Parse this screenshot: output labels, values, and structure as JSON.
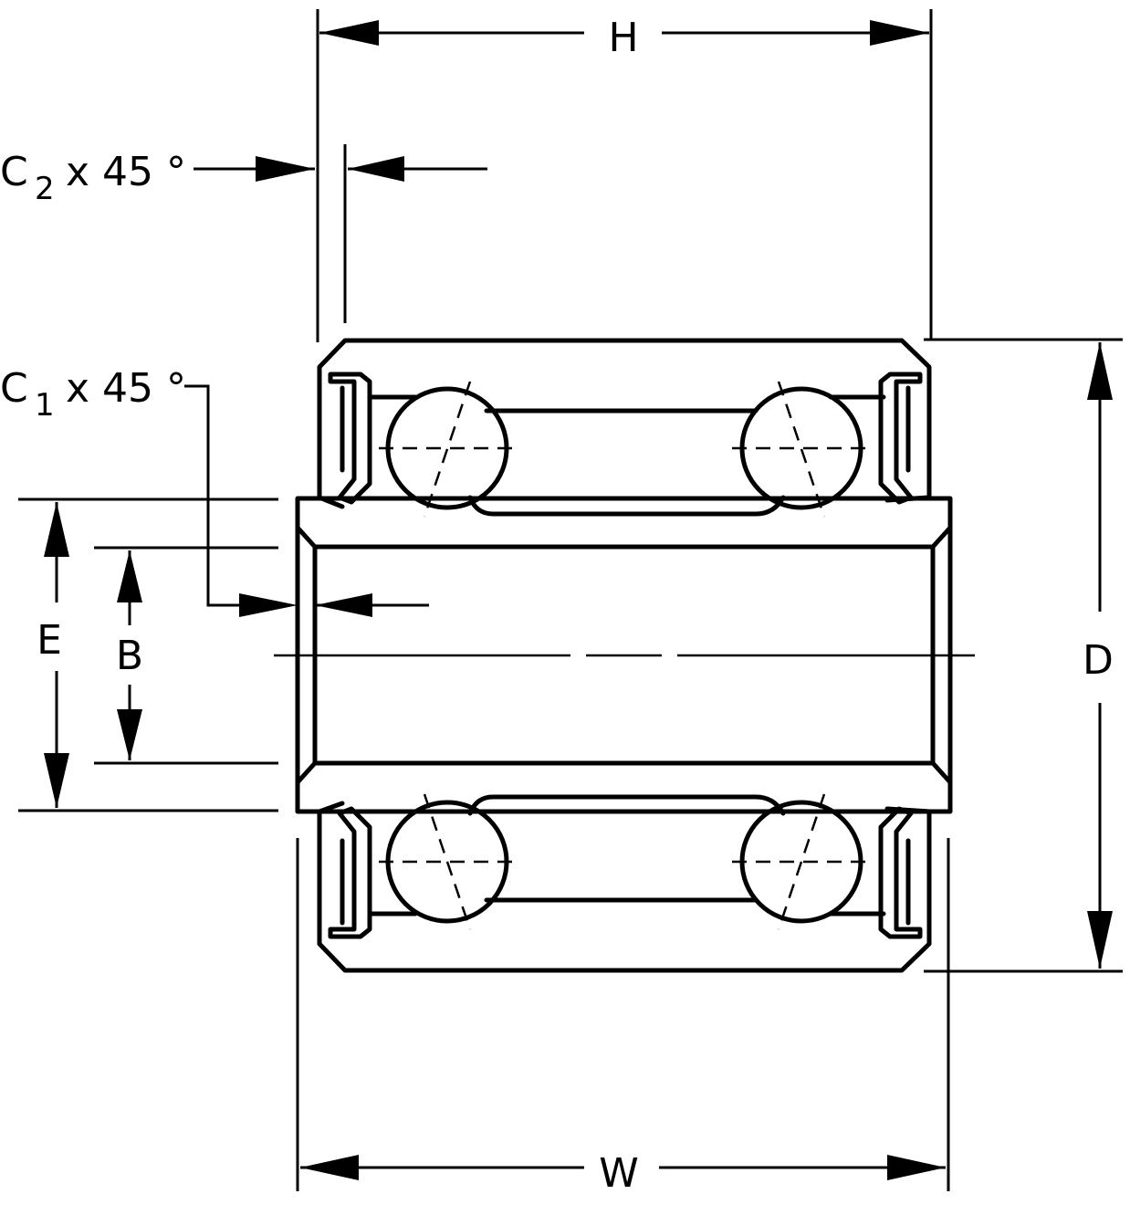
{
  "labels": {
    "h": "H",
    "w": "W",
    "d": "D",
    "e": "E",
    "b": "B",
    "c2_prefix": "C",
    "c2_sub": "2",
    "c2_suffix": "x 45 °",
    "c1_prefix": "C",
    "c1_sub": "1",
    "c1_suffix": "x 45 °"
  },
  "colors": {
    "line": "#000000",
    "background": "#ffffff"
  }
}
